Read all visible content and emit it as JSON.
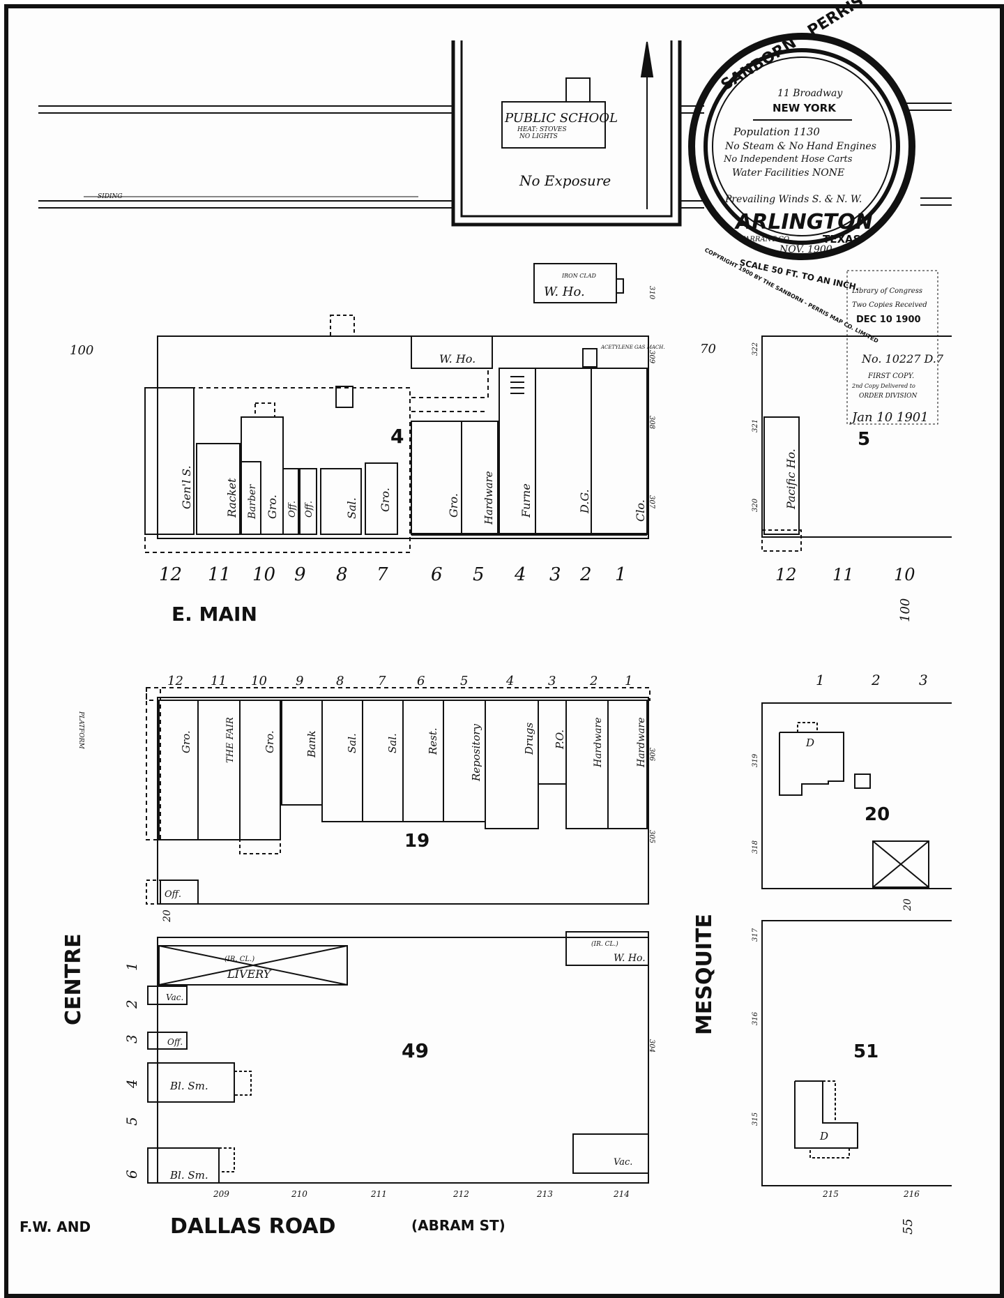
{
  "map": {
    "ink_color": "#111111",
    "seal": {
      "company_top": "SANBORN - PERRIS MAP CO. LIMITED",
      "address": "11 Broadway",
      "city": "NEW YORK",
      "population": "Population 1130",
      "engines": "No Steam & No Hand Engines",
      "hose": "No Independent Hose Carts",
      "water": "Water Facilities NONE",
      "winds": "Prevailing Winds S. & N. W.",
      "town": "ARLINGTON",
      "county": "TARRANT CO.",
      "state": "TEXAS",
      "date": "NOV. 1900",
      "scale": "SCALE 50 FT. TO AN INCH.",
      "copyright": "COPYRIGHT 1900 BY THE SANBORN - PERRIS MAP CO. LIMITED"
    },
    "stamp": {
      "line1": "Library of Congress",
      "line2": "Two Copies Received",
      "line3": "DEC 10 1900",
      "line4": "No. 10227 D.7",
      "line5": "FIRST COPY.",
      "line6": "2nd Copy Delivered to",
      "line7": "ORDER DIVISION",
      "line8": "Jan 10 1901"
    },
    "streets": {
      "e_main": "E. MAIN",
      "dallas_road": "DALLAS ROAD",
      "abram": "(ABRAM ST)",
      "fw_and": "F.W. AND",
      "centre": "CENTRE",
      "mesquite": "MESQUITE",
      "siding": "SIDING"
    },
    "school": {
      "name": "PUBLIC SCHOOL",
      "heat": "HEAT: STOVES",
      "lights": "NO LIGHTS",
      "exposure": "No Exposure"
    },
    "blocks": {
      "b4": "4",
      "b5": "5",
      "b19": "19",
      "b20": "20",
      "b49": "49",
      "b51": "51"
    },
    "corner_numbers": {
      "n100a": "100",
      "n70": "70",
      "n100b": "100",
      "n55": "55"
    },
    "block4_lot_numbers": [
      "12",
      "11",
      "10",
      "9",
      "8",
      "7",
      "6",
      "5",
      "4",
      "3",
      "2",
      "1"
    ],
    "block5_lot_numbers": [
      "12",
      "11",
      "10"
    ],
    "block19_lot_numbers": [
      "12",
      "11",
      "10",
      "9",
      "8",
      "7",
      "6",
      "5",
      "4",
      "3",
      "2",
      "1"
    ],
    "block20_lot_numbers": [
      "1",
      "2",
      "3"
    ],
    "block49_side_numbers": [
      "1",
      "2",
      "3",
      "4",
      "5",
      "6"
    ],
    "block4_labels": {
      "gen_s": "Gen'l S.",
      "racket": "Racket",
      "barber": "Barber",
      "gro1": "Gro.",
      "off1": "Off.",
      "off2": "Off.",
      "sal": "Sal.",
      "gro2": "Gro.",
      "gro3": "Gro.",
      "hardware": "Hardware",
      "furne": "Furne",
      "dg": "D.G.",
      "clo": "Clo.",
      "w_ho1": "W. Ho.",
      "w_ho2": "W. Ho.",
      "iron_clad": "IRON CLAD",
      "acetylene": "ACETYLENE GAS MACH."
    },
    "block5_labels": {
      "pacific": "Pacific Ho."
    },
    "block19_labels": {
      "gro1": "Gro.",
      "the_fair": "THE FAIR",
      "gro2": "Gro.",
      "bank": "Bank",
      "sal1": "Sal.",
      "sal2": "Sal.",
      "rest": "Rest.",
      "repository": "Repository",
      "drugs": "Drugs",
      "po": "P.O.",
      "hardware1": "Hardware",
      "hardware2": "Hardware",
      "off": "Off.",
      "platform": "PLATFORM"
    },
    "block20_labels": {
      "d": "D"
    },
    "block49_labels": {
      "livery": "LIVERY",
      "iron_clad": "(IR. CL.)",
      "vac1": "Vac.",
      "off": "Off.",
      "bl_sm1": "Bl. Sm.",
      "bl_sm2": "Bl. Sm.",
      "w_ho": "W. Ho.",
      "iron_clad2": "(IR. CL.)",
      "vac2": "Vac."
    },
    "block51_labels": {
      "d": "D"
    },
    "address_numbers": {
      "a209": "209",
      "a210": "210",
      "a211": "211",
      "a212": "212",
      "a213": "213",
      "a214": "214",
      "a215": "215",
      "a216": "216",
      "a310": "310",
      "a309": "309",
      "a308": "308",
      "a307": "307",
      "a306": "306",
      "a305": "305",
      "a304": "304",
      "a322": "322",
      "a321": "321",
      "a320": "320",
      "a319": "319",
      "a318": "318",
      "a317": "317",
      "a316": "316",
      "a315": "315",
      "a20a": "20",
      "a20b": "20"
    }
  }
}
